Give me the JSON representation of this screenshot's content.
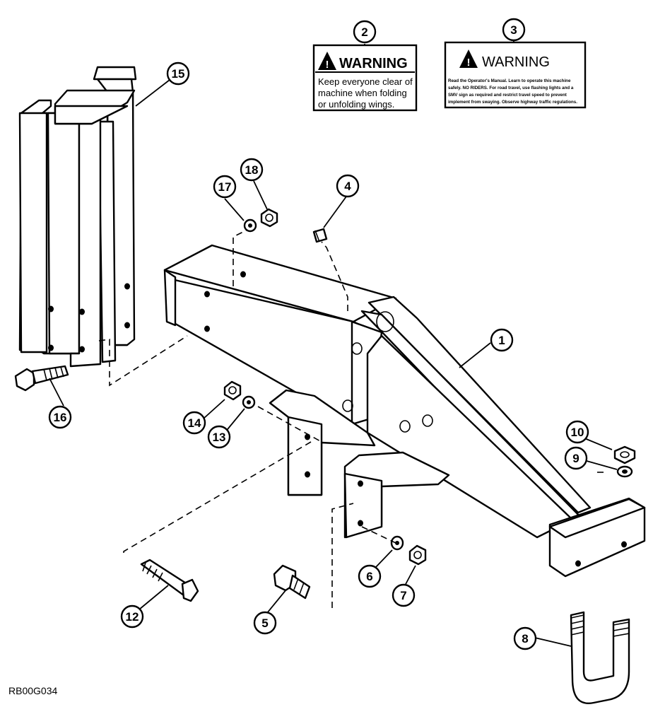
{
  "figure_code": "RB00G034",
  "callouts": [
    {
      "label": "1"
    },
    {
      "label": "2"
    },
    {
      "label": "3"
    },
    {
      "label": "4"
    },
    {
      "label": "5"
    },
    {
      "label": "6"
    },
    {
      "label": "7"
    },
    {
      "label": "8"
    },
    {
      "label": "9"
    },
    {
      "label": "10"
    },
    {
      "label": "12"
    },
    {
      "label": "13"
    },
    {
      "label": "14"
    },
    {
      "label": "15"
    },
    {
      "label": "16"
    },
    {
      "label": "17"
    },
    {
      "label": "18"
    }
  ],
  "decal_2": {
    "header": "WARNING",
    "lines": [
      "Keep everyone clear of",
      "machine when folding",
      "or unfolding wings."
    ]
  },
  "decal_3": {
    "header": "WARNING",
    "lines": [
      "Read the Operator's Manual. Learn to operate this machine",
      "safely. NO RIDERS. For road travel, use flashing lights and a",
      "SMV sign as required and restrict travel speed to prevent",
      "implement from swaying. Observe highway traffic regulations."
    ]
  }
}
